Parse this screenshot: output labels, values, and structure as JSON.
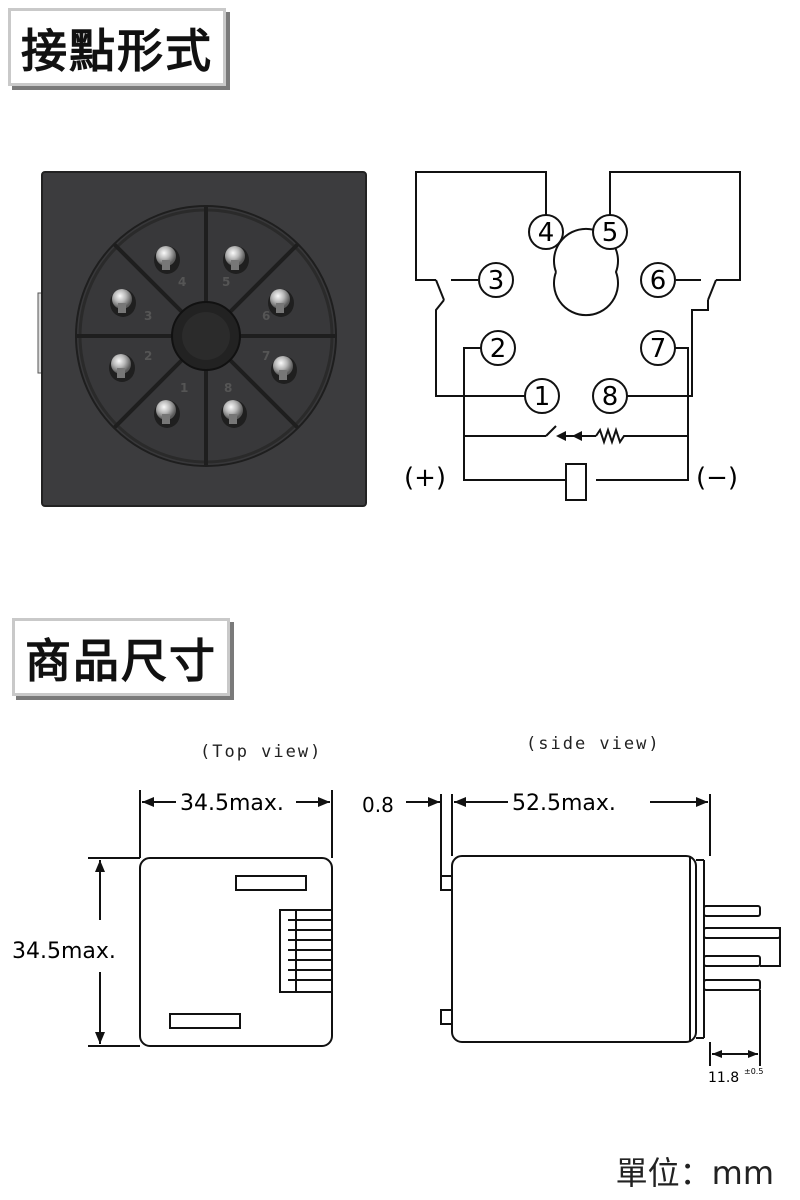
{
  "section_contact": {
    "title": "接點形式"
  },
  "section_size": {
    "title": "商品尺寸"
  },
  "wiring": {
    "pins": [
      "1",
      "2",
      "3",
      "4",
      "5",
      "6",
      "7",
      "8"
    ],
    "plus_label": "(+)",
    "minus_label": "(−)"
  },
  "socket_photo": {
    "pin_numbers": [
      "4",
      "5",
      "3",
      "6",
      "2",
      "7",
      "1",
      "8"
    ]
  },
  "dimensions": {
    "top_view_label": "(Top view)",
    "side_view_label": "(side view)",
    "top_width": "34.5max.",
    "top_height": "34.5max.",
    "side_length": "52.5max.",
    "side_offset": "0.8",
    "pin_length": "11.8",
    "pin_tolerance": "±0.5"
  },
  "unit_label": "單位：mm"
}
